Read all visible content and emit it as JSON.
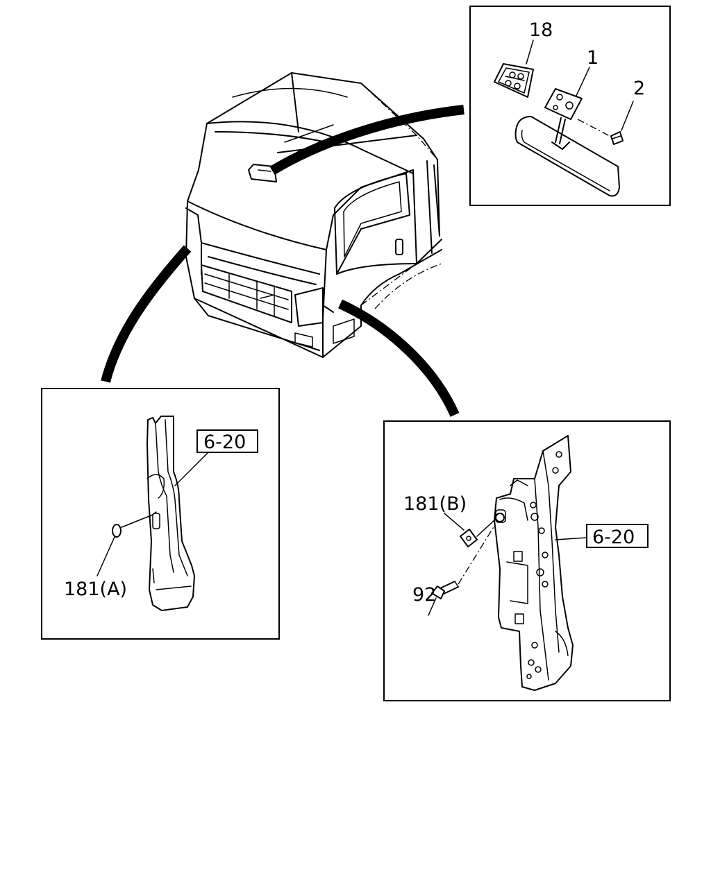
{
  "labels": {
    "part_18": "18",
    "part_1": "1",
    "part_2": "2",
    "ref_left": "6-20",
    "part_181a": "181(A)",
    "part_181b": "181(B)",
    "ref_right": "6-20",
    "part_92": "92"
  }
}
